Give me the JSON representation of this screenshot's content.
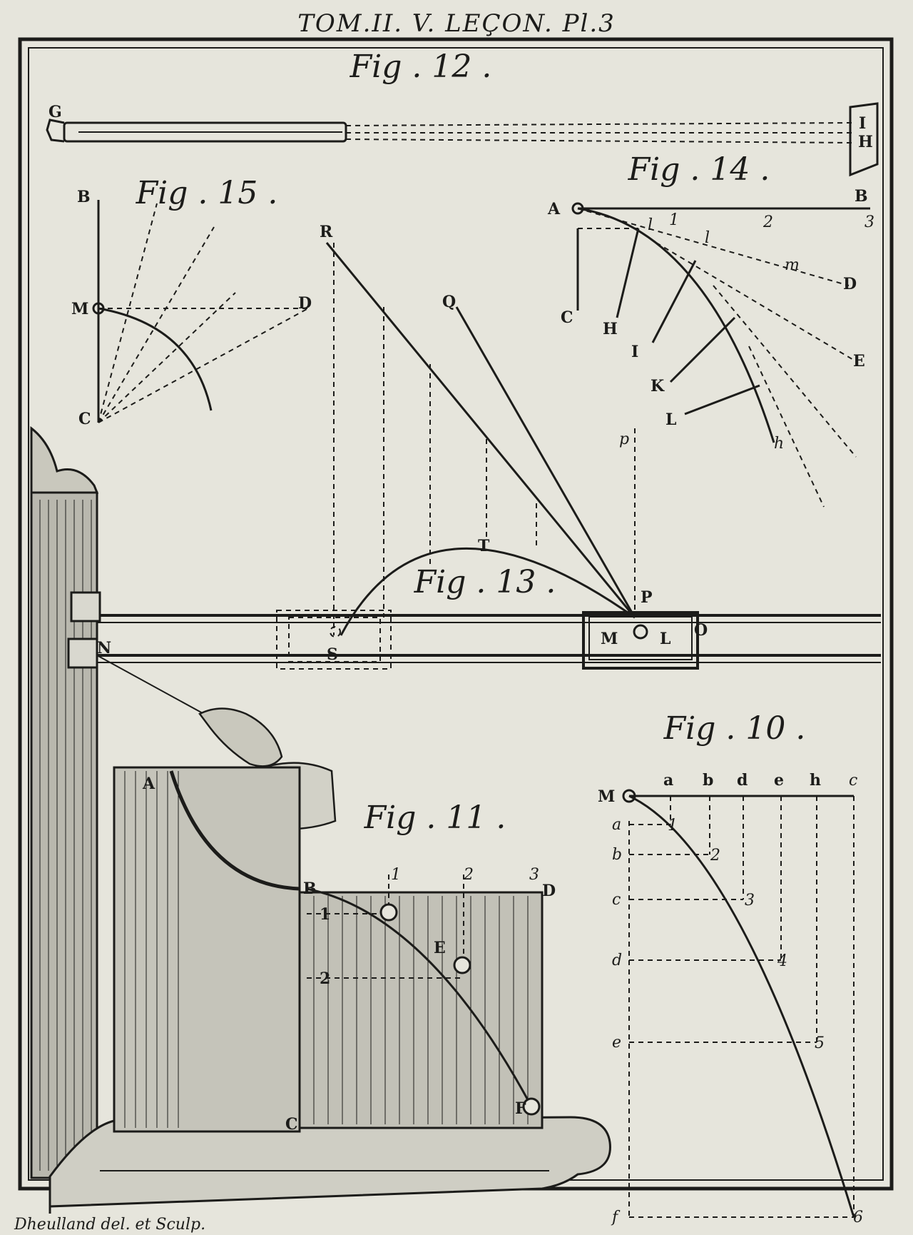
{
  "header": {
    "plate_title": "TOM.II. V. LEÇON. Pl.3"
  },
  "figures": {
    "fig12": {
      "caption": "Fig . 12 .",
      "labels": [
        "G",
        "I",
        "H"
      ]
    },
    "fig14": {
      "caption": "Fig . 14 .",
      "labels": [
        "A",
        "B",
        "1",
        "2",
        "3",
        "l",
        "l",
        "m",
        "D",
        "C",
        "H",
        "I",
        "E",
        "K",
        "L",
        "h"
      ]
    },
    "fig15": {
      "caption": "Fig . 15 .",
      "labels": [
        "B",
        "M",
        "D",
        "C"
      ]
    },
    "fig13": {
      "caption": "Fig . 13 .",
      "labels": [
        "R",
        "Q",
        "p",
        "T",
        "P",
        "S",
        "M",
        "L",
        "O",
        "N"
      ]
    },
    "fig10": {
      "caption": "Fig . 10 .",
      "top_labels": [
        "a",
        "b",
        "d",
        "e",
        "h",
        "c"
      ],
      "side_labels": [
        "a",
        "b",
        "c",
        "d",
        "e",
        "f"
      ],
      "point_labels": [
        "1",
        "2",
        "3",
        "4",
        "5",
        "6"
      ],
      "origin": "M"
    },
    "fig11": {
      "caption": "Fig . 11 .",
      "labels": [
        "A",
        "B",
        "1",
        "2",
        "3",
        "D",
        "E",
        "F",
        "C",
        "1",
        "2"
      ]
    }
  },
  "footer": {
    "credit": "Dheulland del. et Sculp."
  },
  "colors": {
    "paper": "#e6e5dc",
    "ink": "#1c1c1a"
  }
}
